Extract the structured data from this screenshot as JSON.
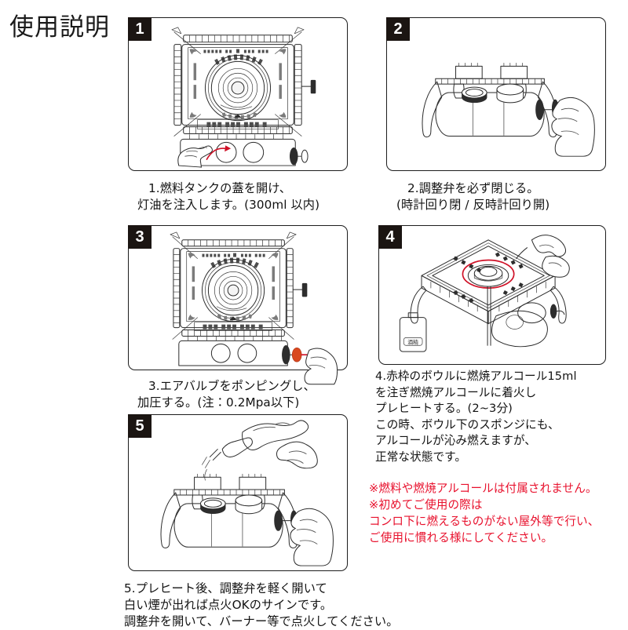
{
  "document": {
    "title": "使用説明",
    "language": "ja"
  },
  "colors": {
    "ink": "#121212",
    "badge_background": "#1b1512",
    "badge_text": "#ffffff",
    "panel_border": "#1d1d1d",
    "warning_text": "#e8112d",
    "highlight_red": "#cf1026",
    "pump_orange": "#d9481f",
    "page_background": "#ffffff"
  },
  "steps": [
    {
      "number": "1",
      "view": "top-view-stove-with-hand-opening-fuel-cap",
      "caption_lines": [
        "1.燃料タンクの蓋を開け、",
        "灯油を注入します。(300ml 以内)"
      ]
    },
    {
      "number": "2",
      "view": "side-view-stove-with-hand-closing-control-valve",
      "caption_lines": [
        "2.調整弁を必ず閉じる。",
        "(時計回り閉 / 反時計回り開)"
      ]
    },
    {
      "number": "3",
      "view": "top-view-stove-with-hand-pumping-air-valve",
      "caption_lines": [
        "3.エアバルブをポンピングし、",
        "加圧する。(注：0.2Mpa以下)"
      ]
    },
    {
      "number": "4",
      "view": "three-quarter-view-stove-with-red-circled-bowl-dropper-and-alcohol-bottle",
      "bottle_label": "酒精",
      "caption_lines": [
        "4.赤枠のボウルに燃焼アルコール15ml",
        "を注ぎ燃焼アルコールに着火し",
        "プレヒートする。(2~3分)",
        "この時、ボウル下のスポンジにも、",
        "アルコールが沁み燃えますが、",
        "正常な状態です。"
      ]
    },
    {
      "number": "5",
      "view": "side-view-stove-with-torch-lighter-and-hand-on-valve",
      "caption_lines": [
        "5.プレヒート後、調整弁を軽く開いて",
        "白い煙が出れば点火OKのサインです。",
        "調整弁を開いて、バーナー等で点火してください。"
      ]
    }
  ],
  "warning": {
    "lines": [
      "※燃料や燃焼アルコールは付属されません。",
      "※初めてご使用の際は",
      "コンロ下に燃えるものがない屋外等で行い、",
      "ご使用に慣れる様にしてください。"
    ]
  }
}
